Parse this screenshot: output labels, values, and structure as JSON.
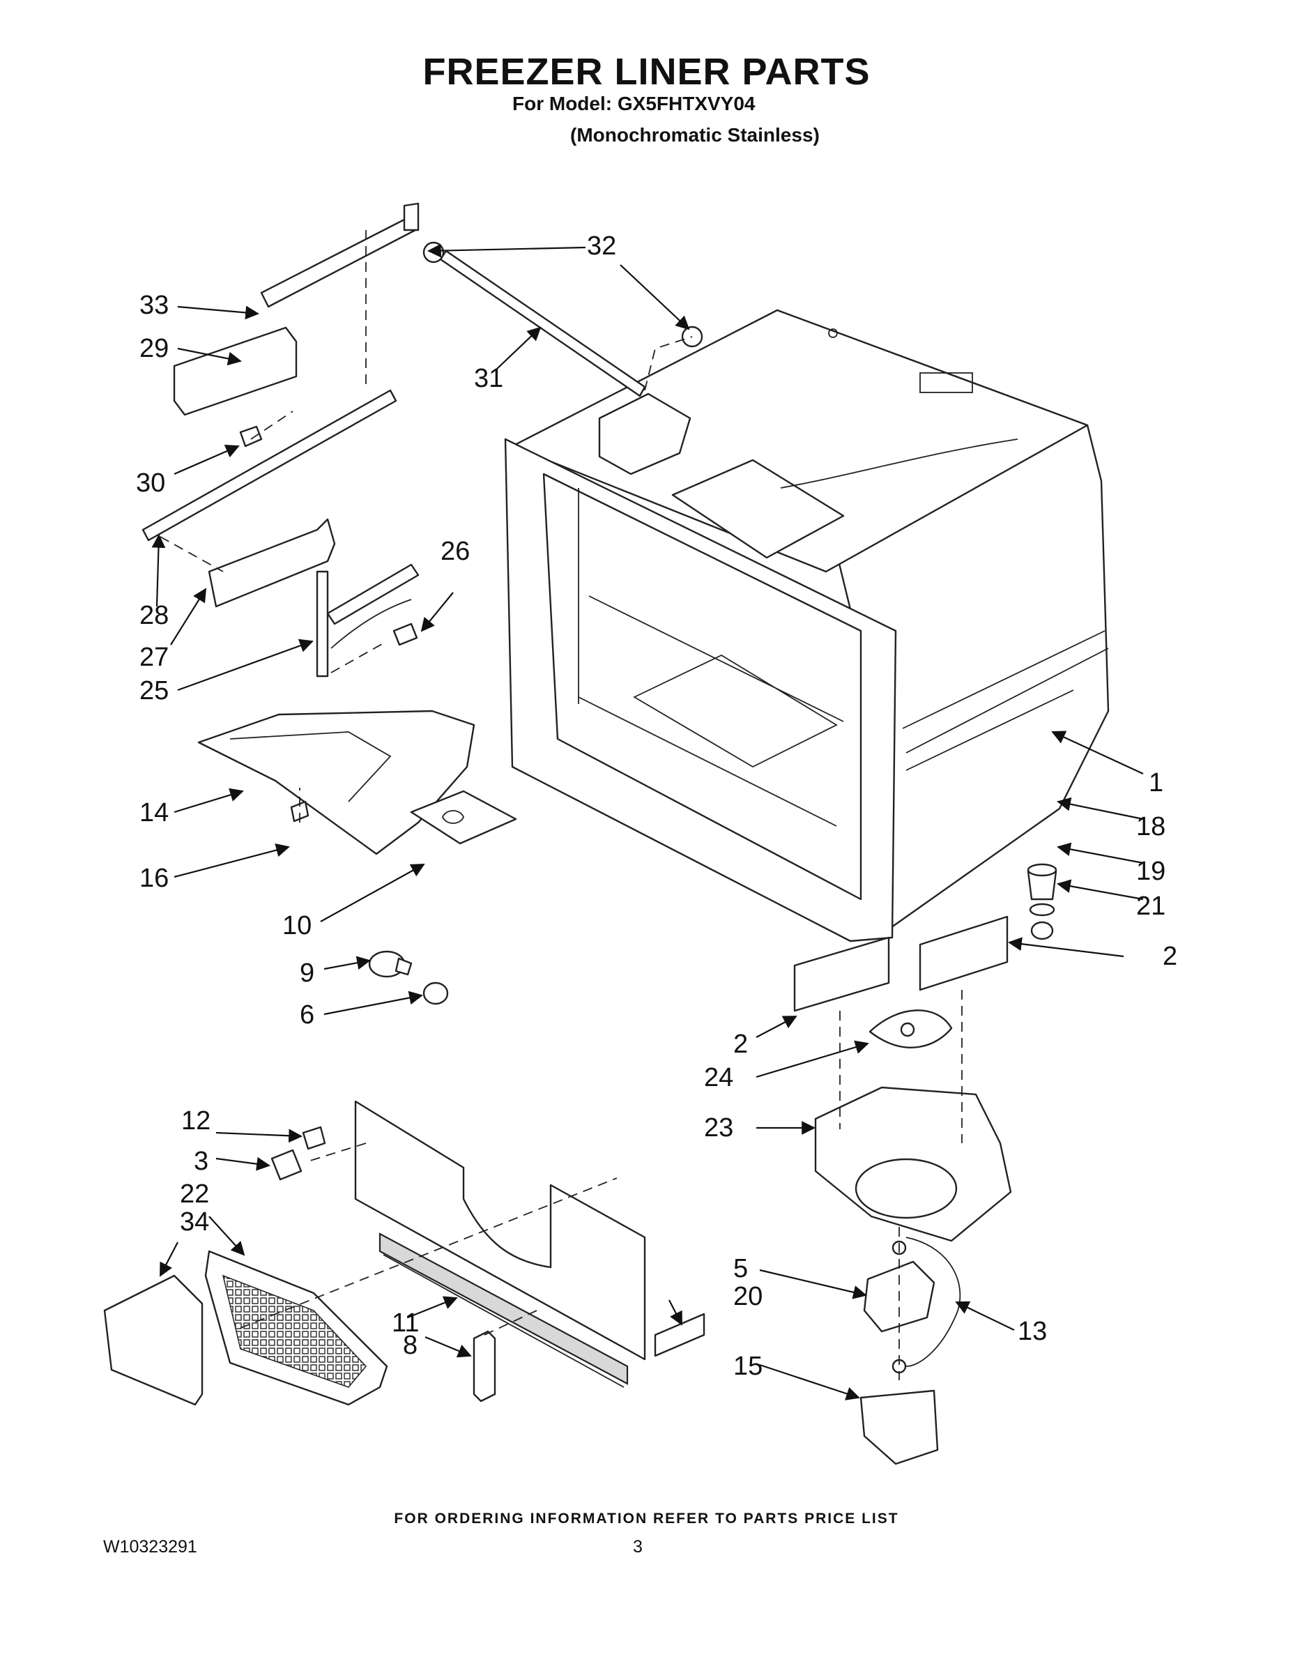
{
  "header": {
    "title": "FREEZER LINER PARTS",
    "model_line": "For Model: GX5FHTXVY04",
    "variant_line": "(Monochromatic Stainless)"
  },
  "callouts": [
    "1",
    "2",
    "2",
    "3",
    "5",
    "6",
    "8",
    "9",
    "10",
    "11",
    "12",
    "13",
    "14",
    "15",
    "16",
    "18",
    "19",
    "20",
    "21",
    "22",
    "23",
    "24",
    "25",
    "26",
    "27",
    "28",
    "29",
    "30",
    "31",
    "32",
    "33",
    "34"
  ],
  "footer": {
    "ordering_note": "FOR ORDERING INFORMATION REFER TO PARTS PRICE LIST",
    "document_number": "W10323291",
    "page_number": "3"
  }
}
